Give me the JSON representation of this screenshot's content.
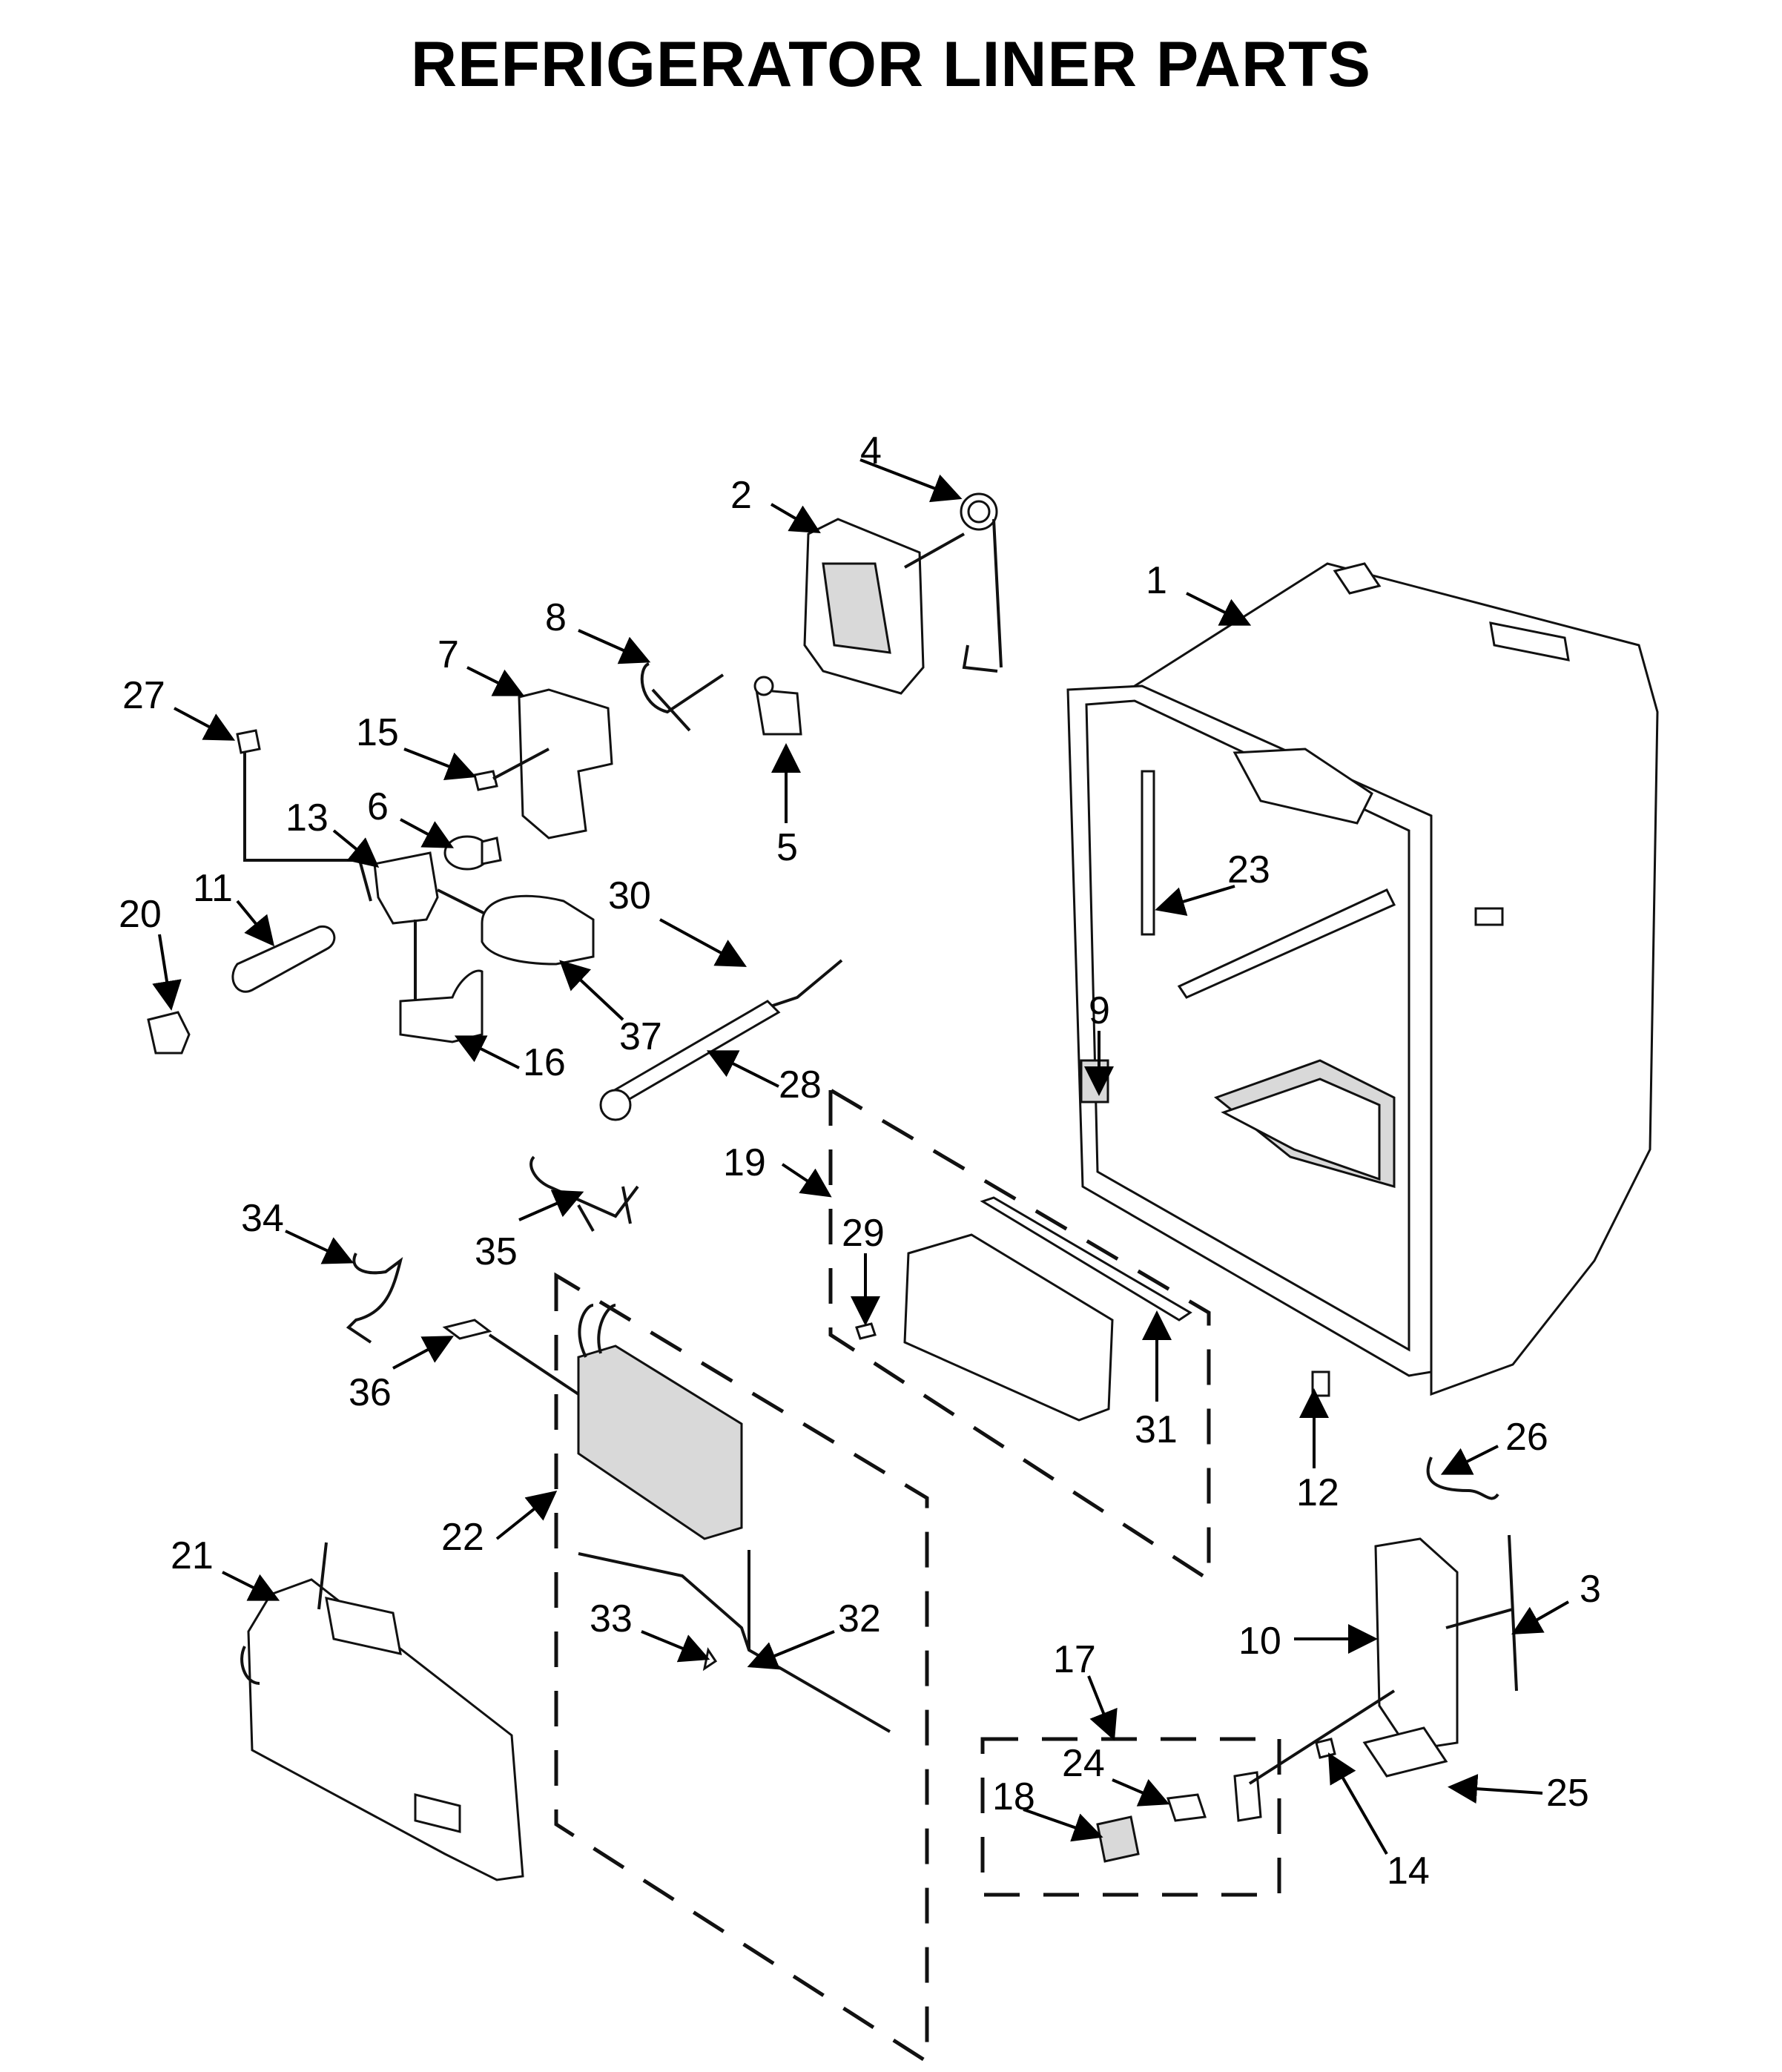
{
  "title": "REFRIGERATOR LINER PARTS",
  "callouts": {
    "p1": "1",
    "p2": "2",
    "p3": "3",
    "p4": "4",
    "p5": "5",
    "p6": "6",
    "p7": "7",
    "p8": "8",
    "p9": "9",
    "p10": "10",
    "p11": "11",
    "p12": "12",
    "p13": "13",
    "p14": "14",
    "p15": "15",
    "p16": "16",
    "p17": "17",
    "p18": "18",
    "p19": "19",
    "p20": "20",
    "p21": "21",
    "p22": "22",
    "p23": "23",
    "p24": "24",
    "p25": "25",
    "p26": "26",
    "p27": "27",
    "p28": "28",
    "p29": "29",
    "p30": "30",
    "p31": "31",
    "p32": "32",
    "p33": "33",
    "p34": "34",
    "p35": "35",
    "p36": "36",
    "p37": "37"
  }
}
